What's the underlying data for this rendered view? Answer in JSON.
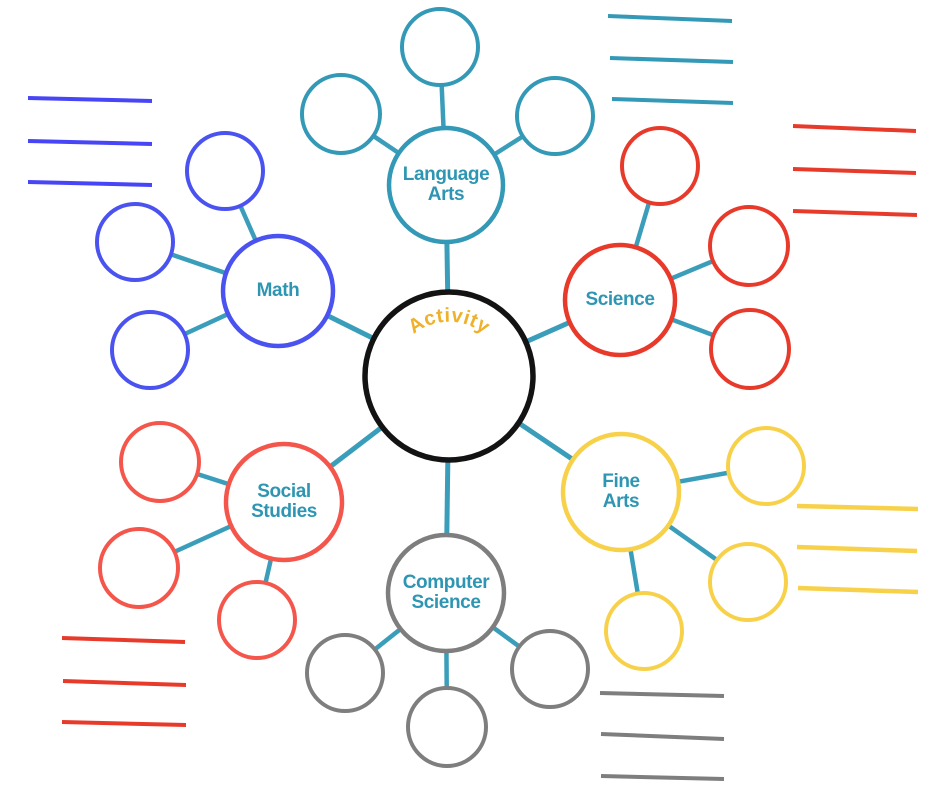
{
  "center": {
    "label": "Activity",
    "text_color": "#EFB02A",
    "border_color": "#131313"
  },
  "categories": [
    {
      "label": "Language Arts",
      "color": "#3399B6",
      "blank_circles": 3
    },
    {
      "label": "Math",
      "color": "#4A52F0",
      "blank_circles": 3
    },
    {
      "label": "Science",
      "color": "#E83A2B",
      "blank_circles": 3
    },
    {
      "label": "Social Studies",
      "color": "#F4564B",
      "blank_circles": 3
    },
    {
      "label": "Fine Arts",
      "color": "#F8D14B",
      "blank_circles": 3
    },
    {
      "label": "Computer Science",
      "color": "#7E7E7E",
      "blank_circles": 3
    }
  ],
  "label_text_color": "#2E96B2",
  "connector_color": "#3A9EBB",
  "ruled_line_groups": [
    {
      "position": "top-right",
      "color": "#3399B6",
      "count": 3
    },
    {
      "position": "left",
      "color": "#4845F7",
      "count": 3
    },
    {
      "position": "right-upper",
      "color": "#E83A2B",
      "count": 3
    },
    {
      "position": "right-lower",
      "color": "#F8D14B",
      "count": 3
    },
    {
      "position": "bottom-left",
      "color": "#E83A2B",
      "count": 3
    },
    {
      "position": "bottom-right",
      "color": "#7E7E7E",
      "count": 3
    }
  ]
}
